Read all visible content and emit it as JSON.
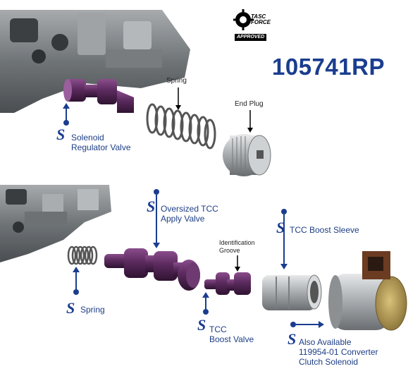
{
  "logo": {
    "line1": "TASC",
    "line2": "FORCE",
    "badge": "APPROVED"
  },
  "part_number": "105741RP",
  "labels": {
    "spring_top": "Spring",
    "end_plug": "End Plug",
    "solenoid_regulator_valve": "Solenoid\nRegulator Valve",
    "oversized_tcc_apply_valve": "Oversized TCC\nApply Valve",
    "identification_groove": "Identification\nGroove",
    "tcc_boost_sleeve": "TCC Boost Sleeve",
    "spring_bottom": "Spring",
    "tcc_boost_valve": "TCC\nBoost Valve",
    "also_available": "Also Available\n119954-01 Converter\nClutch Solenoid"
  },
  "colors": {
    "brand_blue": "#1a3d8f",
    "label_blue": "#1d3e85",
    "valve_purple": "#5b2a5e",
    "casting_gray": "#8a8d90"
  }
}
